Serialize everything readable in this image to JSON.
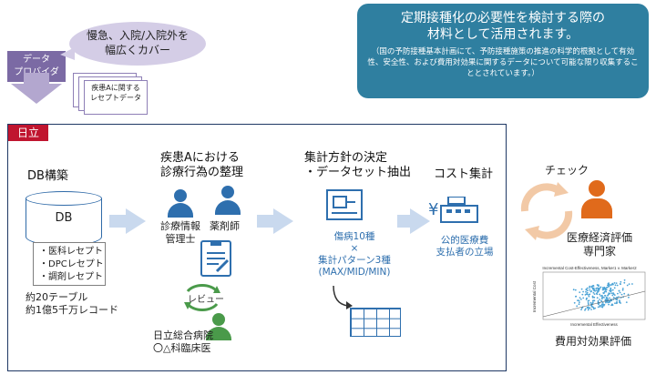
{
  "provider": {
    "label_line1": "データ",
    "label_line2": "プロバイダ"
  },
  "bubble": {
    "line1": "慢急、入院/入院外を",
    "line2": "幅広くカバー"
  },
  "docs": {
    "line1": "疾患Aに関する",
    "line2": "レセプトデータ"
  },
  "callout": {
    "main_line1": "定期接種化の必要性を検討する際の",
    "main_line2": "材料として活用されます。",
    "sub": "（国の予防接種基本計画にて、予防接種施策の推進の科学的根拠として有効性、安全性、および費用対効果に関するデータについて可能な限り収集することとされています。）"
  },
  "org": {
    "label": "日立"
  },
  "steps": {
    "db": {
      "title": "DB構築",
      "db_label": "DB",
      "receipts": [
        "・医科レセプト",
        "・DPCレセプト",
        "・調剤レセプト"
      ],
      "stats_line1": "約20テーブル",
      "stats_line2": "約1億5千万レコード"
    },
    "organize": {
      "title_line1": "疾患Aにおける",
      "title_line2": "診療行為の整理",
      "role1_line1": "診療情報",
      "role1_line2": "管理士",
      "role2": "薬剤師",
      "review": "レビュー",
      "hospital_line1": "日立総合病院",
      "hospital_line2": "〇△科臨床医"
    },
    "aggregate": {
      "title_line1": "集計方針の決定",
      "title_line2": "・データセット抽出",
      "line1": "傷病10種",
      "line2": "×",
      "line3": "集計パターン3種",
      "line4": "(MAX/MID/MIN)"
    },
    "cost": {
      "title": "コスト集計",
      "yen": "¥",
      "payer_line1": "公的医療費",
      "payer_line2": "支払者の立場"
    },
    "check": {
      "label": "チェック",
      "expert_line1": "医療経済評価",
      "expert_line2": "専門家",
      "chart_title": "Incremental Cost-Effectiveness, Marker1 v. Marker2",
      "chart_xlabel": "Incremental Effectiveness",
      "chart_ylabel": "Incremental Cost",
      "chart_caption": "費用対効果評価"
    }
  },
  "colors": {
    "brand_red": "#c0152f",
    "callout_blue": "#2f7fa0",
    "icon_blue": "#2e6fae",
    "expert_orange": "#e06a1b",
    "provider_purple": "#7b6aa4"
  }
}
